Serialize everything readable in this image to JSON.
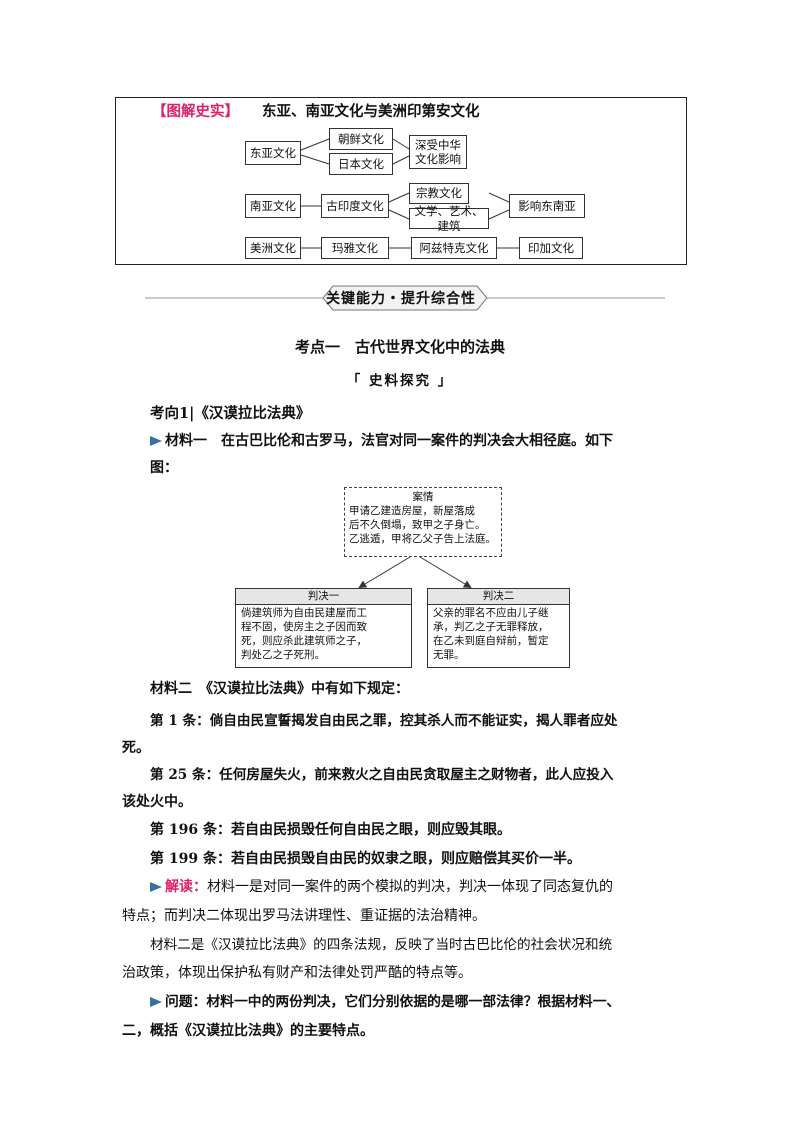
{
  "diagram": {
    "tag": "【图解史实】",
    "title": "东亚、南亚文化与美洲印第安文化",
    "east_asia": "东亚文化",
    "korea": "朝鲜文化",
    "japan": "日本文化",
    "china_influence": "深受中华文化影响",
    "south_asia": "南亚文化",
    "ancient_india": "古印度文化",
    "religion": "宗教文化",
    "arts": "文学、艺术、建筑",
    "se_asia": "影响东南亚",
    "americas": "美洲文化",
    "maya": "玛雅文化",
    "aztec": "阿兹特克文化",
    "inca": "印加文化"
  },
  "banner": "关键能力・提升综合性",
  "section_title": "考点一　古代世界文化中的法典",
  "subsection": "「 史料探究 」",
  "direction": "考向1|《汉谟拉比法典》",
  "material1": {
    "label": "材料一",
    "text1": "　在古巴比伦和古罗马，法官对同一案件的判决会大相径庭。如下",
    "text2": "图："
  },
  "case": {
    "title": "案情",
    "line1": "甲请乙建造房屋，新屋落成",
    "line2": "后不久倒塌，致甲之子身亡。",
    "line3": "乙逃遁，甲将乙父子告上法庭。",
    "j1_title": "判决一",
    "j1_l1": "倘建筑师为自由民建屋而工",
    "j1_l2": "程不固，使房主之子因而致",
    "j1_l3": "死，则应杀此建筑师之子，",
    "j1_l4": "判处乙之子死刑。",
    "j2_title": "判决二",
    "j2_l1": "父亲的罪名不应由儿子继",
    "j2_l2": "承，判乙之子无罪释放，",
    "j2_l3": "在乙未到庭自辩前，暂定",
    "j2_l4": "无罪。"
  },
  "material2": {
    "label": "材料二",
    "intro": "　《汉谟拉比法典》中有如下规定：",
    "art1_a": "第 1 条：倘自由民宣誓揭发自由民之罪，控其杀人而不能证实，揭人罪者应处",
    "art1_b": "死。",
    "art25_a": "第 25 条：任何房屋失火，前来救火之自由民贪取屋主之财物者，此人应投入",
    "art25_b": "该处火中。",
    "art196": "第 196 条：若自由民损毁任何自由民之眼，则应毁其眼。",
    "art199": "第 199 条：若自由民损毁自由民的奴隶之眼，则应赔偿其买价一半。"
  },
  "analysis": {
    "label": "解读：",
    "l1": "材料一是对同一案件的两个模拟的判决，判决一体现了同态复仇的",
    "l2": "特点；而判决二体现出罗马法讲理性、重证据的法治精神。",
    "l3": "材料二是《汉谟拉比法典》的四条法规，反映了当时古巴比伦的社会状况和统",
    "l4": "治政策，体现出保护私有财产和法律处罚严酷的特点等。"
  },
  "question": {
    "label": "问题：",
    "l1": "材料一中的两份判决，它们分别依据的是哪一部法律？根据材料一、",
    "l2": "二，概括《汉谟拉比法典》的主要特点。"
  },
  "colors": {
    "accent": "#e0206a",
    "marker": "#3a6ea5"
  }
}
